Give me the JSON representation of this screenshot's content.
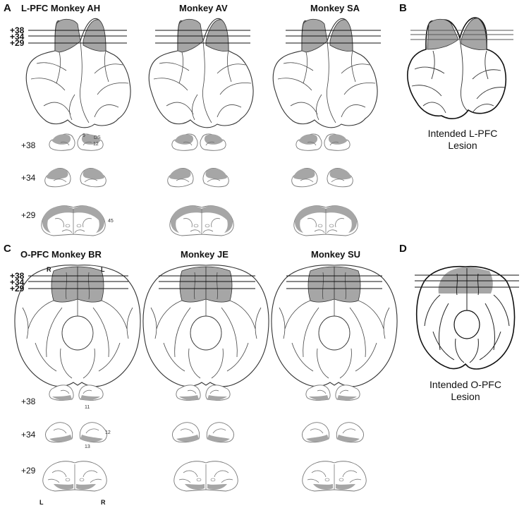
{
  "panels": {
    "A": {
      "letter": "A",
      "coords": [
        "+38",
        "+34",
        "+29"
      ],
      "monkeys": [
        "L-PFC Monkey AH",
        "Monkey AV",
        "Monkey SA"
      ],
      "section_labels": [
        "+38",
        "+34",
        "+29"
      ],
      "area_labels": [
        "9",
        "DS",
        "12",
        "45"
      ]
    },
    "B": {
      "letter": "B",
      "caption_line1": "Intended L-PFC",
      "caption_line2": "Lesion"
    },
    "C": {
      "letter": "C",
      "coords": [
        "+38",
        "+34",
        "+29"
      ],
      "monkeys": [
        "O-PFC Monkey BR",
        "Monkey JE",
        "Monkey SU"
      ],
      "hemi_top": [
        "R",
        "L"
      ],
      "section_labels": [
        "+38",
        "+34",
        "+29"
      ],
      "area_labels": [
        "11",
        "12",
        "13"
      ],
      "hemi_bottom": [
        "L",
        "R"
      ]
    },
    "D": {
      "letter": "D",
      "caption_line1": "Intended O-PFC",
      "caption_line2": "Lesion"
    }
  },
  "colors": {
    "lesion": "#a6a6a6",
    "outline": "#333333",
    "outline_light": "#777777"
  }
}
